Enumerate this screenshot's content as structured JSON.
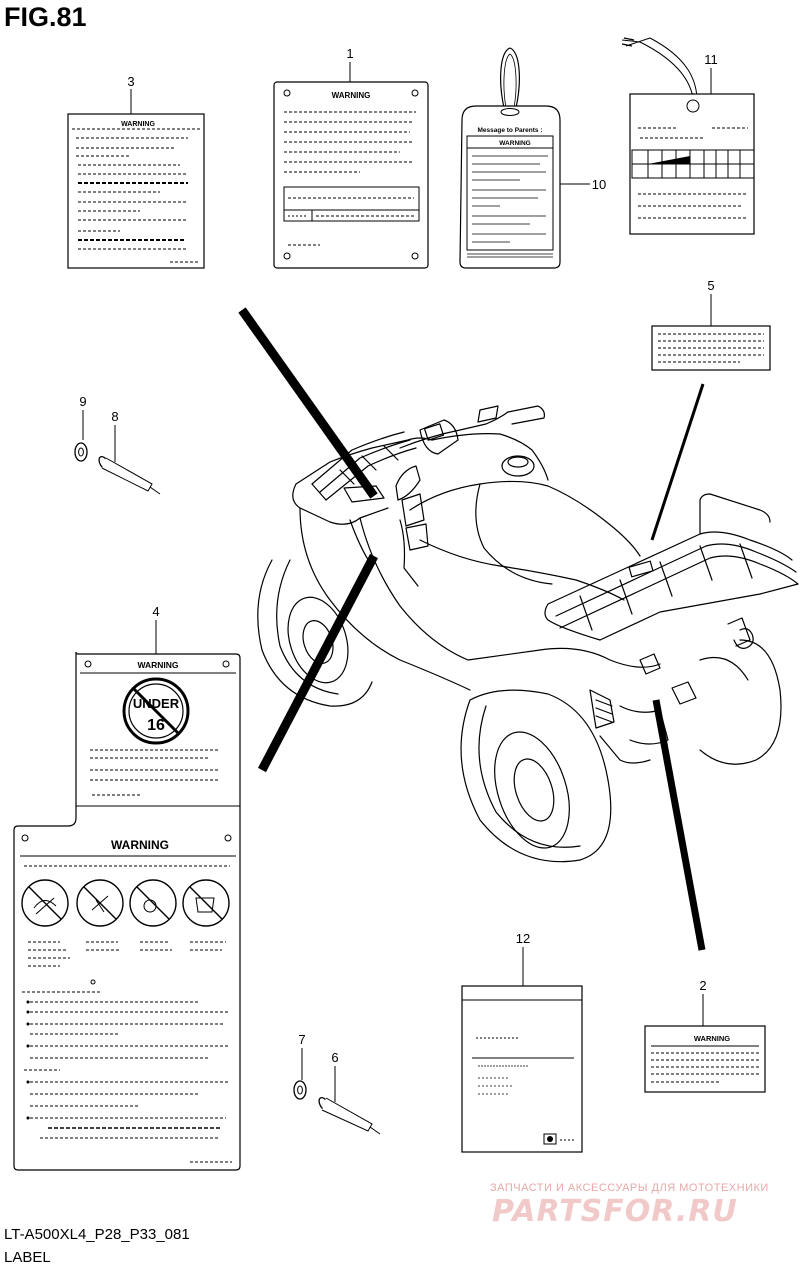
{
  "figure": {
    "title": "FIG.81",
    "code": "LT-A500XL4_P28_P33_081",
    "label": "LABEL"
  },
  "callouts": {
    "part_1": "1",
    "part_2": "2",
    "part_3": "3",
    "part_4": "4",
    "part_5": "5",
    "part_6": "6",
    "part_7": "7",
    "part_8": "8",
    "part_9": "9",
    "part_10": "10",
    "part_11": "11",
    "part_12": "12"
  },
  "label_texts": {
    "warning": "WARNING",
    "message_to_parents": "Message to Parents :",
    "under": "UNDER",
    "age": "16"
  },
  "watermark": {
    "tagline": "ЗАПЧАСТИ И АКСЕССУАРЫ ДЛЯ МОТОТЕХНИКИ",
    "logo": "PARTSFOR.RU"
  },
  "colors": {
    "line": "#000000",
    "watermark": "#f2c9c9",
    "background": "#ffffff"
  }
}
